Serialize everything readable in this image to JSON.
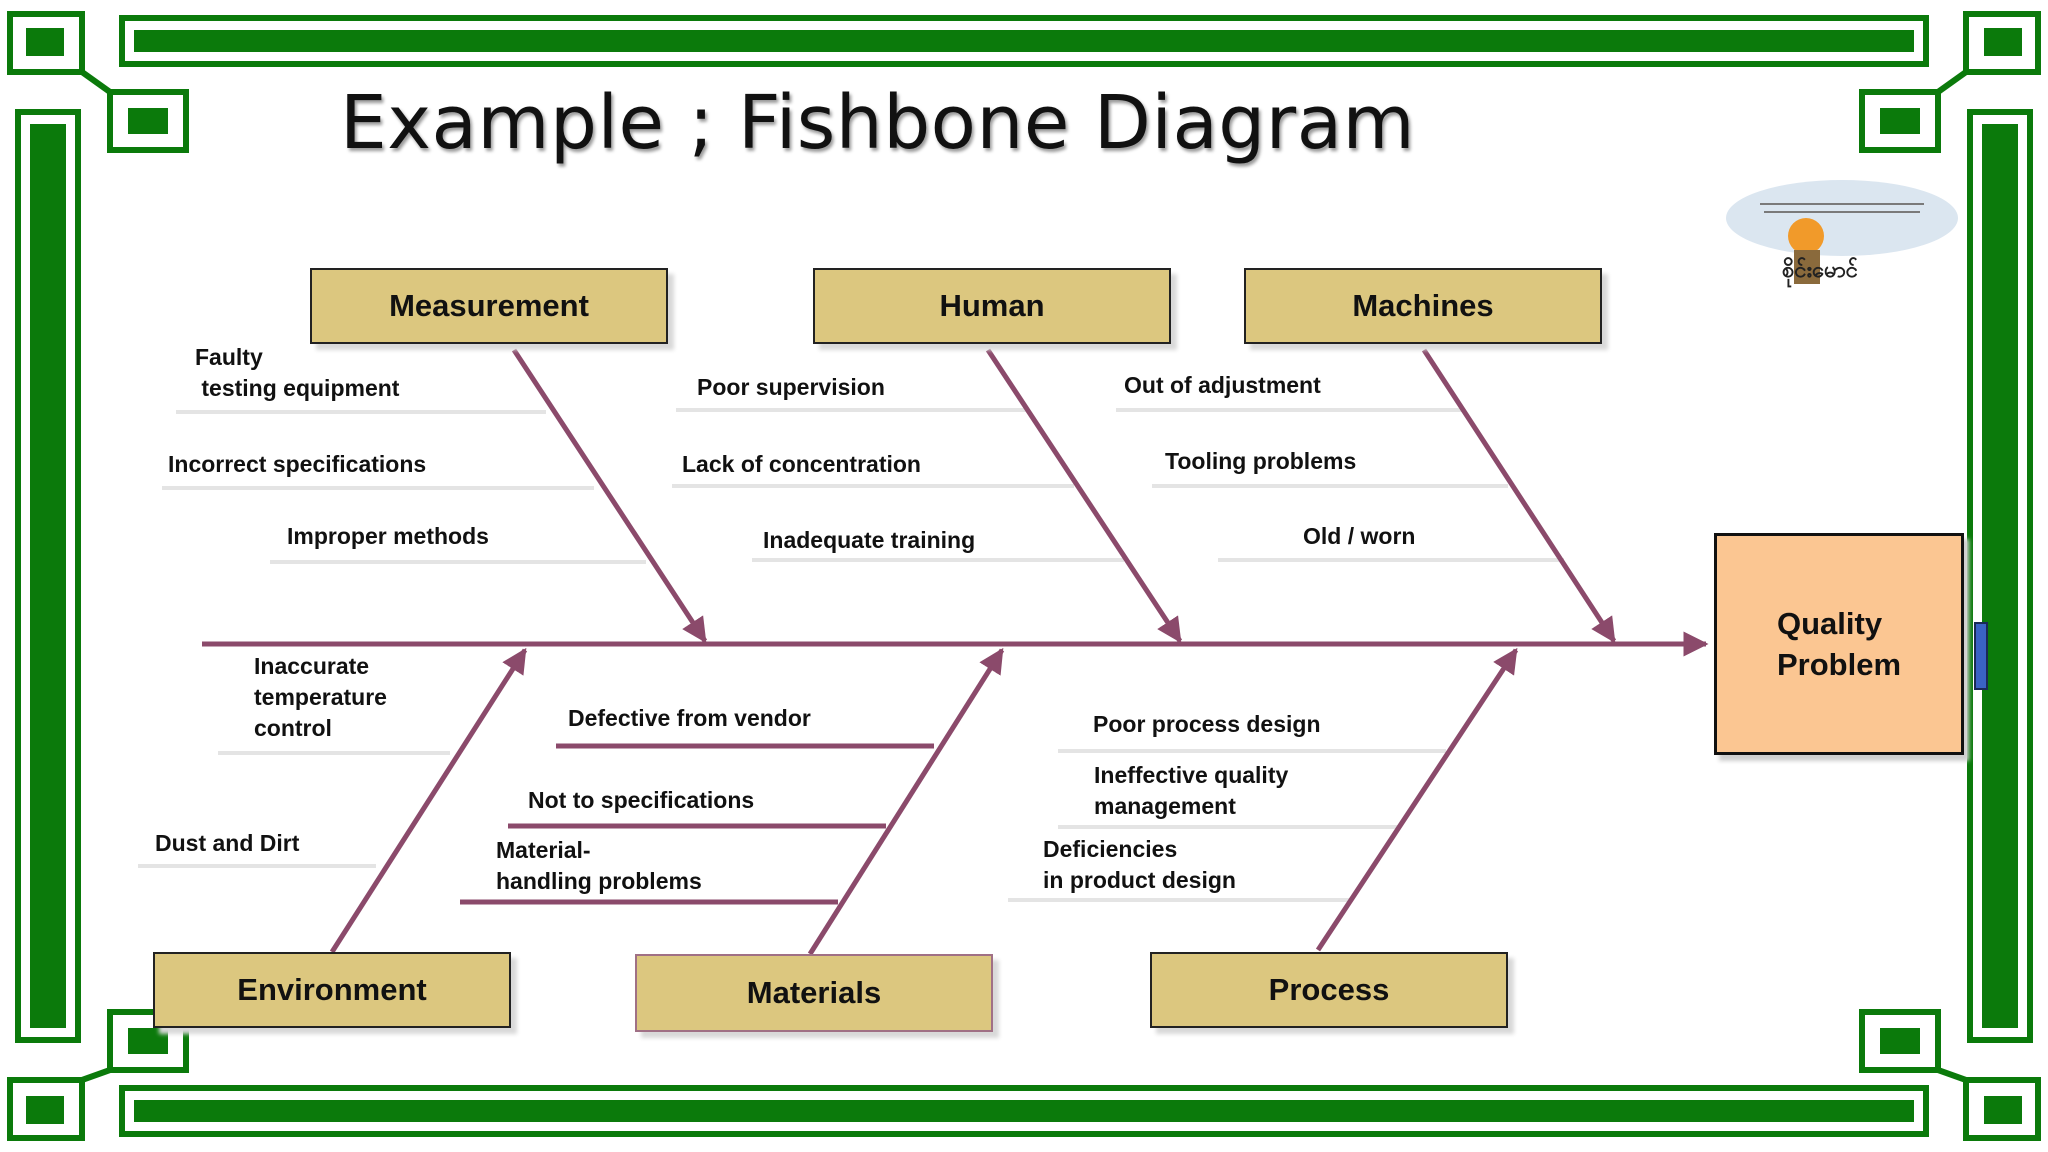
{
  "title": "Example ; Fishbone Diagram",
  "effect": "Quality\nProblem",
  "logo_text": "စိုင်းမောင်",
  "colors": {
    "bone": "#8b4a6b",
    "category_fill": "#dcc77f",
    "effect_fill": "#fbc692",
    "frame_green": "#0b7a0b"
  },
  "categories": {
    "measurement": "Measurement",
    "human": "Human",
    "machines": "Machines",
    "environment": "Environment",
    "materials": "Materials",
    "process": "Process"
  },
  "causes": {
    "measurement": [
      "Faulty\n testing equipment",
      "Incorrect specifications",
      "Improper methods"
    ],
    "human": [
      "Poor supervision",
      "Lack of concentration",
      "Inadequate training"
    ],
    "machines": [
      "Out of adjustment",
      "Tooling problems",
      "Old / worn"
    ],
    "environment": [
      "Inaccurate\ntemperature\ncontrol",
      "Dust and Dirt"
    ],
    "materials": [
      "Defective from vendor",
      "Not to specifications",
      "Material-\nhandling problems"
    ],
    "process": [
      "Poor process design",
      "Ineffective quality\nmanagement",
      "Deficiencies\nin product design"
    ]
  }
}
